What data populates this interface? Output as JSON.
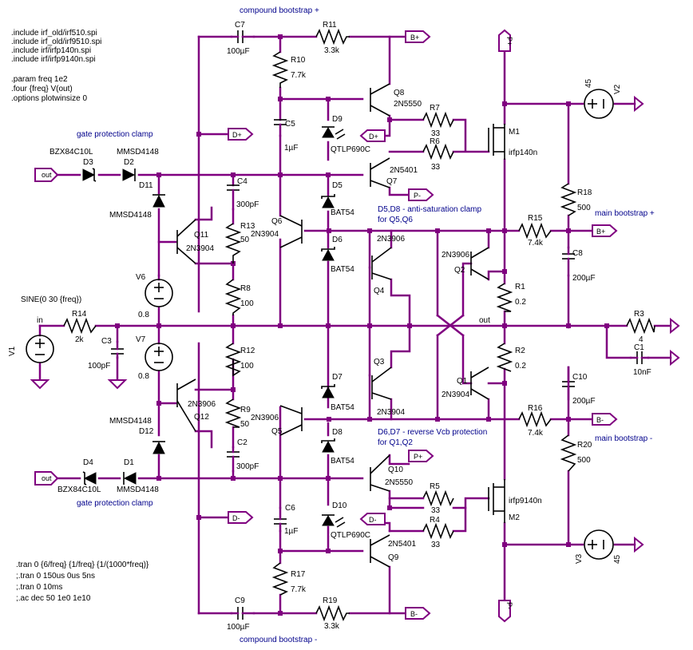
{
  "directives": [
    ".include irf_old/irf510.spi",
    ".include irf_old/irf9510.spi",
    ".include irf/irfp140n.spi",
    ".include irf/irfp9140n.spi",
    ".param freq 1e2",
    ".four {freq} V(out)",
    ".options plotwinsize 0"
  ],
  "sim_directives": [
    ".tran 0 {6/freq} {1/freq} {1/(1000*freq)}",
    ";.tran 0 150us 0us 5ns",
    ";.tran 0 10ms",
    ";.ac dec 50 1e0 1e10"
  ],
  "notes": {
    "compound_bootstrap_pos": "compound bootstrap +",
    "compound_bootstrap_neg": "compound bootstrap -",
    "gate_protection_top": "gate protection clamp",
    "gate_protection_bottom": "gate protection clamp",
    "anti_saturation_1": "D5,D8 - anti-saturation clamp",
    "anti_saturation_2": "for Q5,Q6",
    "reverse_vcb_1": "D6,D7 - reverse Vcb protection",
    "reverse_vcb_2": "for Q1,Q2",
    "main_bootstrap_pos": "main bootstrap +",
    "main_bootstrap_neg": "main bootstrap -"
  },
  "net_labels": {
    "out": "out",
    "in": "in",
    "sine": "SINE(0 30 {freq})"
  },
  "components": {
    "C7": "C7",
    "C7v": "100µF",
    "R11": "R11",
    "R11v": "3.3k",
    "R10": "R10",
    "R10v": "7.7k",
    "C5": "C5",
    "C5v": "1µF",
    "Q8": "Q8",
    "Q8v": "2N5550",
    "D9": "D9",
    "D9v": "QTLP690C",
    "R7": "R7",
    "R7v": "33",
    "R6": "R6",
    "R6v": "33",
    "M1": "M1",
    "M1v": "irfp140n",
    "Q7": "Q7",
    "Q7v": "2N5401",
    "V2": "V2",
    "V2v": "45",
    "D3": "D3",
    "D3v": "BZX84C10L",
    "D2": "D2",
    "D2v": "MMSD4148",
    "D11": "D11",
    "D11v": "MMSD4148",
    "C4": "C4",
    "C4v": "300pF",
    "D5": "D5",
    "D5v": "BAT54",
    "R18": "R18",
    "R18v": "500",
    "Q11": "Q11",
    "Q11v": "2N3904",
    "R13": "R13",
    "R13v": "50",
    "Q6": "Q6",
    "Q6v": "2N3904",
    "D6": "D6",
    "D6v": "BAT54",
    "Q4": "Q4",
    "Q4v": "2N3906",
    "Q2": "Q2",
    "Q2v": "2N3906",
    "R15": "R15",
    "R15v": "7.4k",
    "C8": "C8",
    "C8v": "200µF",
    "V6": "V6",
    "V6v": "0.8",
    "R8": "R8",
    "R8v": "100",
    "R1": "R1",
    "R1v": "0.2",
    "R3": "R3",
    "R3v": "4",
    "R14": "R14",
    "R14v": "2k",
    "C3": "C3",
    "C3v": "100pF",
    "V1": "V1",
    "V7": "V7",
    "V7v": "0.8",
    "R12": "R12",
    "R12v": "100",
    "R2": "R2",
    "R2v": "0.2",
    "C1": "C1",
    "C1v": "10nF",
    "Q3": "Q3",
    "Q3v": "2N3904",
    "Q1": "Q1",
    "Q1v": "2N3904",
    "D7": "D7",
    "D7v": "BAT54",
    "C10": "C10",
    "C10v": "200µF",
    "Q12": "Q12",
    "Q12v": "2N3906",
    "R9": "R9",
    "R9v": "50",
    "Q5": "Q5",
    "Q5v": "2N3906",
    "R16": "R16",
    "R16v": "7.4k",
    "D12": "D12",
    "D12v": "MMSD4148",
    "C2": "C2",
    "C2v": "300pF",
    "D8": "D8",
    "D8v": "BAT54",
    "R20": "R20",
    "R20v": "500",
    "D4": "D4",
    "D4v": "BZX84C10L",
    "D1": "D1",
    "D1v": "MMSD4148",
    "Q10": "Q10",
    "Q10v": "2N5550",
    "R5": "R5",
    "R5v": "33",
    "M2": "M2",
    "M2v": "irfp9140n",
    "C6": "C6",
    "C6v": "1µF",
    "D10": "D10",
    "D10v": "QTLP690C",
    "R4": "R4",
    "R4v": "33",
    "Q9": "Q9",
    "Q9v": "2N5401",
    "V3": "V3",
    "V3v": "45",
    "R17": "R17",
    "R17v": "7.7k",
    "C9": "C9",
    "C9v": "100µF",
    "R19": "R19",
    "R19v": "3.3k"
  },
  "ports": {
    "b_plus": "B+",
    "b_minus": "B-",
    "d_plus": "D+",
    "d_minus": "D-",
    "p_plus": "P+",
    "p_minus": "P-",
    "out": "out"
  },
  "colors": {
    "wire": "#800080",
    "component": "#000000",
    "note": "#00008b",
    "background": "#ffffff"
  }
}
